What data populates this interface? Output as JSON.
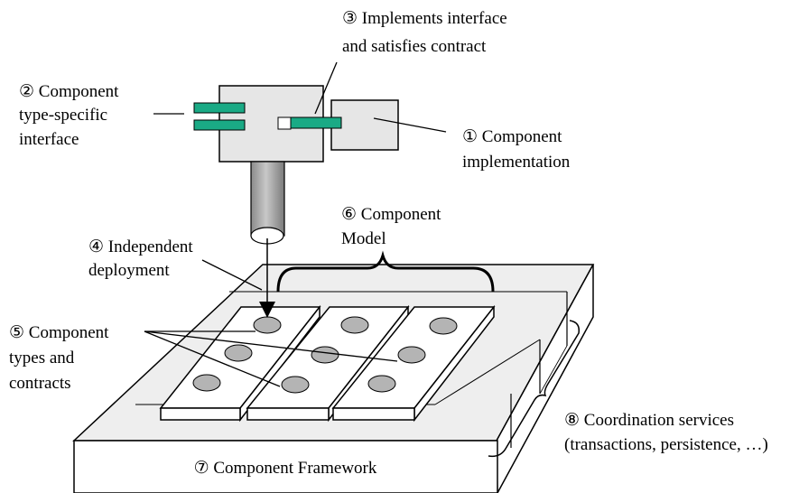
{
  "labels": {
    "implements_line1": "③ Implements interface",
    "implements_line2": "and satisfies contract",
    "type_iface_line1": "② Component",
    "type_iface_line2": "type-specific",
    "type_iface_line3": "interface",
    "impl_line1": "① Component",
    "impl_line2": "implementation",
    "model_line1": "⑥ Component",
    "model_line2": "Model",
    "deploy_line1": "④ Independent",
    "deploy_line2": "deployment",
    "types_line1": "⑤ Component",
    "types_line2": "types and",
    "types_line3": "contracts",
    "coord_line1": "⑧ Coordination services",
    "coord_line2": "(transactions, persistence, …)",
    "framework": "⑦ Component Framework"
  },
  "colors": {
    "interface_bar": "#1aaa85",
    "component_box": "#e6e6e6",
    "platform_top": "#eeeeee",
    "slot_hole": "#b4b4b4"
  }
}
